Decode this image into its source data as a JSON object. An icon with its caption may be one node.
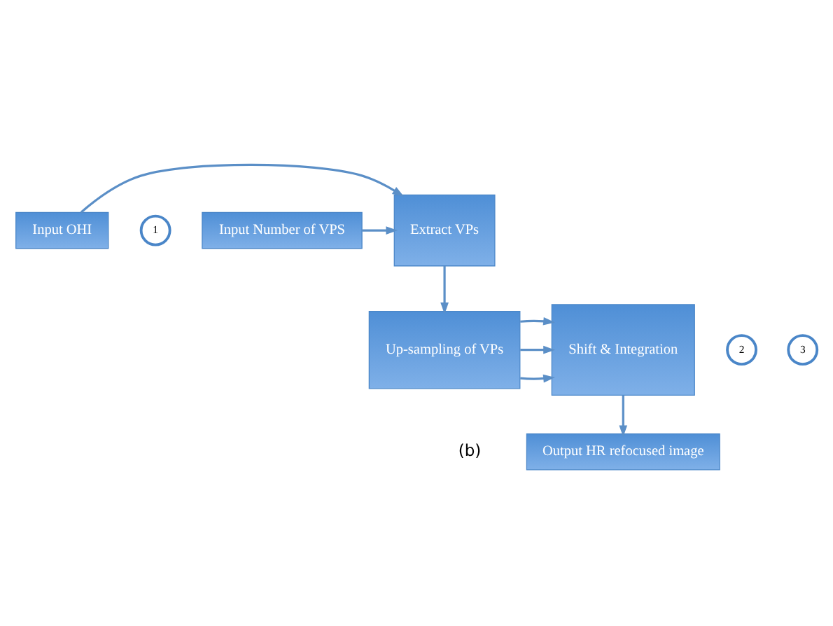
{
  "diagram": {
    "nodes": [
      {
        "text": [
          "Input OHI"
        ]
      },
      {
        "text": [
          "Extract VPs"
        ]
      },
      {
        "text": [
          "1"
        ]
      },
      {
        "text": [
          "Input Number of VPS"
        ]
      },
      {
        "text": [
          "Up-sampling of VPs"
        ]
      },
      {
        "text": [
          "2"
        ]
      },
      {
        "text": [
          "Shift & Integration"
        ]
      },
      {
        "text": [
          "3"
        ]
      },
      {
        "text": [
          "Output HR refocused image"
        ]
      }
    ],
    "edges": [
      {
        "from": 0,
        "to": 1,
        "arrow": "to"
      },
      {
        "from": 3,
        "to": 1,
        "arrow": "to"
      },
      {
        "from": 1,
        "to": 4,
        "arrow": "to"
      },
      {
        "from": 4,
        "to": 6,
        "arrow": "to"
      },
      {
        "from": 4,
        "to": 6,
        "arrow": "to"
      },
      {
        "from": 4,
        "to": 6,
        "arrow": "to"
      },
      {
        "from": 6,
        "to": 8,
        "arrow": "to"
      }
    ],
    "labels": [
      "(b)"
    ]
  }
}
